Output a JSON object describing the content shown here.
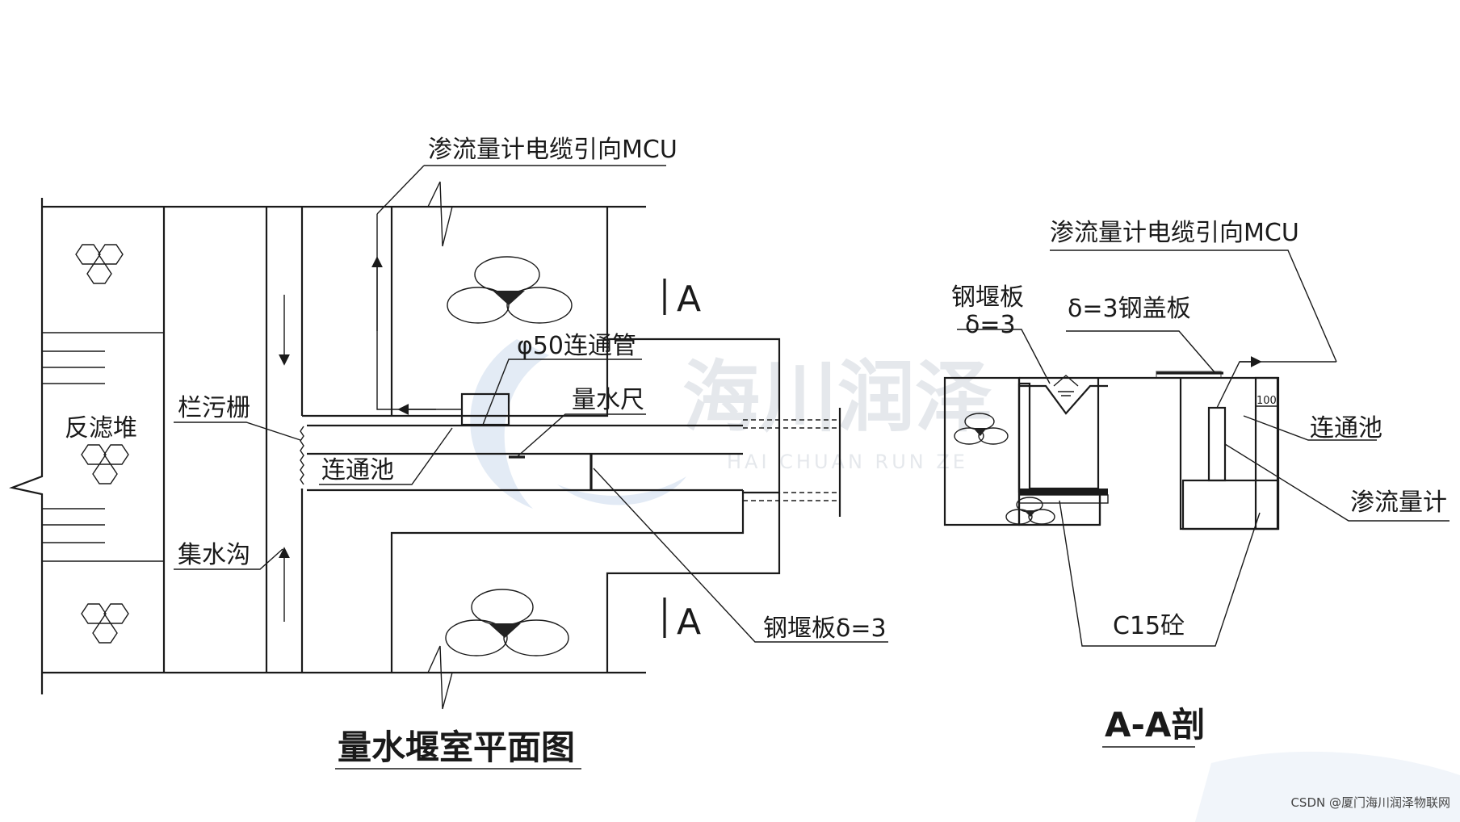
{
  "plan": {
    "title": "量水堰室平面图",
    "labels": {
      "cable": "渗流量计电缆引向MCU",
      "pipe": "φ50连通管",
      "ruler": "量水尺",
      "trash_rack": "栏污栅",
      "filter_pile": "反滤堆",
      "connect_pool": "连通池",
      "ditch": "集水沟",
      "weir_plate": "钢堰板δ=3",
      "section_mark": "A"
    }
  },
  "section": {
    "title": "A-A剖",
    "labels": {
      "cable": "渗流量计电缆引向MCU",
      "weir_plate_line1": "钢堰板",
      "weir_plate_line2": "δ=3",
      "cover_plate": "δ=3钢盖板",
      "connect_pool": "连通池",
      "seepage_meter": "渗流量计",
      "concrete": "C15砼",
      "dim": "100"
    }
  },
  "watermark": {
    "brand": "海川润泽",
    "brand_en": "HAI CHUAN RUN ZE"
  },
  "footer": "CSDN @厦门海川润泽物联网"
}
